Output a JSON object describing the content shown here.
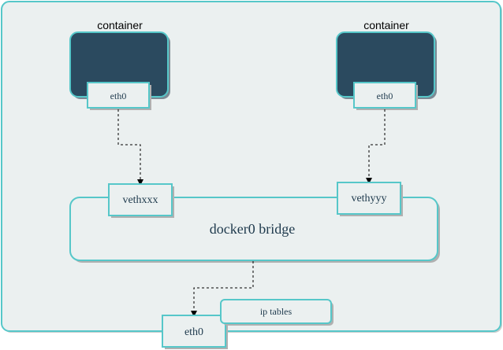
{
  "colors": {
    "outer_fill": "#EBF0F0",
    "border": "#56C7C9",
    "container_fill": "#2B4A5F",
    "box_fill": "#EBF0F0",
    "text": "#1F3A4D",
    "arrow": "#000000",
    "shadow": "#B0B0B0"
  },
  "containers": [
    {
      "label": "container",
      "interface": "eth0"
    },
    {
      "label": "container",
      "interface": "eth0"
    }
  ],
  "bridge": {
    "label": "docker0 bridge",
    "veths": [
      "vethxxx",
      "vethyyy"
    ]
  },
  "host": {
    "interface": "eth0",
    "iptables": "ip tables"
  }
}
